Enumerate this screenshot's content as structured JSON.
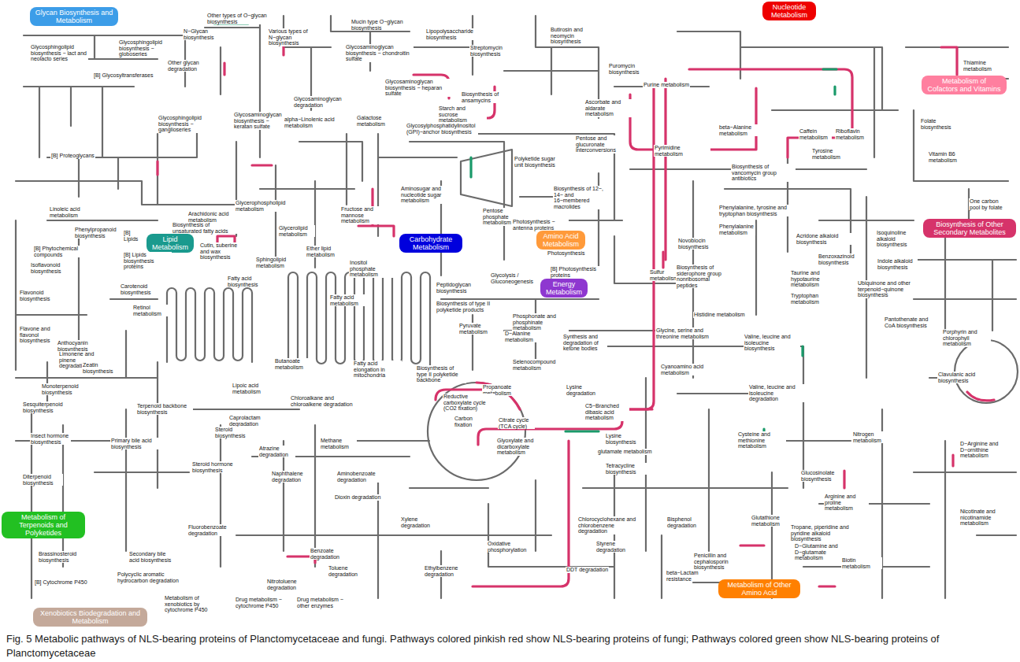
{
  "diagram": {
    "caption": "Fig. 5 Metabolic pathways of NLS-bearing proteins of Planctomycetaceae and fungi. Pathways colored pinkish red show NLS-bearing proteins of fungi; Pathways colored green show NLS-bearing proteins of Planctomycetaceae",
    "nodes": [
      {
        "text": [
          "Glycan Biosynthesis and Metabolism"
        ]
      },
      {
        "text": [
          "Lipid Metabolism"
        ]
      },
      {
        "text": [
          "Carbohydrate Metabolism"
        ]
      },
      {
        "text": [
          "Nucleotide Metabolism"
        ]
      },
      {
        "text": [
          "Metabolism of Cofactors and Vitamins"
        ]
      },
      {
        "text": [
          "Amino Acid Metabolism"
        ]
      },
      {
        "text": [
          "Energy Metabolism"
        ]
      },
      {
        "text": [
          "Biosynthesis of Other Secondary Metabolites"
        ]
      },
      {
        "text": [
          "Metabolism of Terpenoids and Polyketides"
        ]
      },
      {
        "text": [
          "Xenobiotics Biodegradation and Metabolism"
        ]
      },
      {
        "text": [
          "Metabolism of Other Amino Acid"
        ]
      }
    ],
    "labels": [
      "N−Glycan biosynthesis",
      "Other types of O−glycan biosynthesis",
      "Various types of N−glycan biosynthesis",
      "Mucin type O−glycan biosynthesis",
      "Lipopolysaccharide biosynthesis",
      "Glycosaminoglycan biosynthesis − chondroitin sulfate",
      "Butirosin and neomycin biosynthesis",
      "Streptomycin biosynthesis",
      "Glycosphingolipid biosynthesis − globoseries",
      "Other glycan degradation",
      "Glycosphingolipid biosynthesis − lact and neolacto series",
      "[B] Glycosyltransferases",
      "Puromycin biosynthesis",
      "Purine metabolism",
      "Glycosaminoglycan biosynthesis − heparan sulfate",
      "Biosynthesis of ansamycins",
      "Starch and sucrose metabolism",
      "Ascorbate and aldarate metabolism",
      "Glycosaminoglycan degradation",
      "Galactose metabolism",
      "Glycosylphosphatidylinositol (GPI)−anchor biosynthesis",
      "beta−Alanine metabolism",
      "Caffein metabolism",
      "Riboflavin metabolism",
      "Folate biosynthesis",
      "Thiamine metabolism",
      "Glycosphingolipid biosynthesis − ganglioseries",
      "Glycosaminoglycan biosynthesis − keratan sulfate",
      "alpha−Linolenic acid metabolism",
      "Pyrimidine metabolism",
      "Tyrosine metabolism",
      "Vitamin B6 metabolism",
      "Polyketide sugar unit biosynthesis",
      "Pentose and glucuronate interconversions",
      "[B] Proteoglycans",
      "Biosynthesis of vancomycin group antibiotics",
      "Aminosugar and nucleotide sugar metabolism",
      "Pentose phosphate metabolism",
      "Biosynthesis of 12−, 14− and 16−membered macrolides",
      "Fructose and mannose metabolism",
      "Glycerophospholipid metabolism",
      "Linoleic acid metabolism",
      "Arachidonic acid metabolism",
      "Biosynthesis of unsaturated fatty acids",
      "Glycerolipid metabolism",
      "Phenylalanine, tyrosine and tryptophan biosynthesis",
      "Phenylalanine metabolism",
      "One carbon pool by folate",
      "Isoquinoline alkaloid biosynthesis",
      "Phenylpropanoid biosynthesis",
      "[B] Lipids",
      "Photosynthesis − antenna proteins",
      "Novobiocin biosynthesis",
      "Acridone alkaloid biosynthesis",
      "[B] Phytochemical compounds",
      "[B] Lipids biosynthesis proteins",
      "Cutin, suberine and wax biosynthesis",
      "Ether lipid metabolism",
      "Sphingolipid metabolism",
      "Inositol phosphate metabolism",
      "Photosynthesis",
      "[B] Photosynthesis proteins",
      "Sulfur metabolism",
      "Biosynthesis of siderophore group nonribosomal peptides",
      "Taurine and hypotaurine metabolism",
      "Benzoxazinoid biosynthesis",
      "Indole alkaloid biosynthesis",
      "Isoflavonoid biosynthesis",
      "Carotenoid biosynthesis",
      "Fatty acid biosynthesis",
      "Fatty acid metabolism",
      "Glycolysis / Gluconeogenesis",
      "Peptidoglycan biosynthesis",
      "Tryptophan metabolism",
      "Ubiquinone and other terpenoid−quinone biosynthesis",
      "Flavonoid biosynthesis",
      "Retinol metabolism",
      "Biosynthesis of type II polyketide products",
      "Phosphonate and phosphinate metabolism",
      "Histidine metabolism",
      "Pyruvate metabolism",
      "D−Alanine metabolism",
      "Pantothenate and CoA biosynthesis",
      "Flavone and flavonol biosynthesis",
      "Anthocyanin biosynthesis",
      "Glycine, serine and threonine metabolism",
      "Valine, leucine and isoleucine biosynthesis",
      "Synthesis and degradation of ketone bodies",
      "Limonene and pinene degradation",
      "Zeatin biosynthesis",
      "Porphyrin and chlorophyll metabolism",
      "Selenocompound metabolism",
      "Cyanoamino acid metabolism",
      "Biosynthesis of type II polyketide backbone",
      "Butanoate metabolism",
      "Fatty acid elongation in mitochondria",
      "Monoterpenoid biosynthesis",
      "Valine, leucine and isoleucine degradation",
      "Clavulanic acid biosynthesis",
      "Propanoate metabolism",
      "Lysine degradation",
      "Lipoic acid metabolism",
      "Chloroalkane and chloroalkene degradation",
      "Reductive carboxylate cycle (CO2 fixation)",
      "Sesquiterpenoid biosynthesis",
      "Terpenoid backbone biosynthesis",
      "Caprolactam degradation",
      "C5−Branched dibasic acid metabolism",
      "Lysine biosynthesis",
      "Carbon fixation",
      "Citrate cycle (TCA cycle)",
      "Cysteine and methionine metabolism",
      "Nitrogen metabolism",
      "D−Arginine and D−ornithine metabolism",
      "Insect hormone biosynthesis",
      "Primary bile acid biosynthesis",
      "Steroid biosynthesis",
      "Atrazine degradation",
      "Methane metabolism",
      "Glyoxylate and dicarboxylate metabolism",
      "glutamate metabolism",
      "Tetracycline biosynthesis",
      "Steroid hormone biosynthesis",
      "Naphthalene degradation",
      "Aminobenzoate degradation",
      "Glucosinolate biosynthesis",
      "Diterpenoid biosynthesis",
      "Dioxin degradation",
      "Arginine and proline metabolism",
      "Nicotinate and nicotinamide metabolism",
      "Xylene degradation",
      "Fluorobenzoate degradation",
      "Chlorocyclohexane and chlorobenzene degradation",
      "Bisphenol degradation",
      "Glutathione metabolism",
      "Tropane, piperidine and pyridine alkaloid biosynthesis",
      "Styrene degradation",
      "Oxidative phosphorylation",
      "D−Glutamine and D−glutamate metabolism",
      "Biotin metabolism",
      "Brassinosteroid biosynthesis",
      "Secondary bile acid biosynthesis",
      "Penicillin and cephalosporin biosynthesis",
      "Benzoate degradation",
      "Toluene degradation",
      "Ethylbenzene degradation",
      "DDT degradation",
      "beta−Lactam resistance",
      "Nitrotoluene degradation",
      "[B] Cytochrome P450",
      "Polycyclic aromatic hydrocarbon degradation",
      "Metabolism of xenobiotics by cytochrome P450",
      "Drug metabolism − cytochrome P450",
      "Drug metabolism − other enzymes"
    ]
  }
}
